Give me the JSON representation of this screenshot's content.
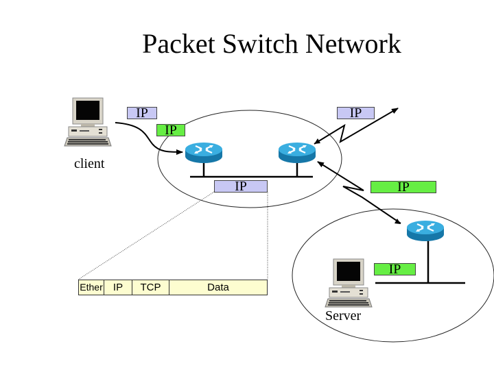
{
  "title": "Packet Switch Network",
  "labels": {
    "client": "client",
    "server": "Server"
  },
  "tags": [
    {
      "id": "ip-client-blue",
      "text": "IP",
      "color": "#c8c8f4"
    },
    {
      "id": "ip-client-green",
      "text": "IP",
      "color": "#66ee44"
    },
    {
      "id": "ip-top-right-blue",
      "text": "IP",
      "color": "#c8c8f4"
    },
    {
      "id": "ip-bus-blue",
      "text": "IP",
      "color": "#c8c8f4"
    },
    {
      "id": "ip-wan-green",
      "text": "IP",
      "color": "#66ee44"
    },
    {
      "id": "ip-server-green",
      "text": "IP",
      "color": "#66ee44"
    }
  ],
  "packet": {
    "segments": [
      "Ether",
      "IP",
      "TCP",
      "Data"
    ]
  },
  "colors": {
    "router": "#1a8fc8",
    "router_top": "#3aaee0",
    "packet_fill": "#fdfdd0",
    "ip_blue": "#c8c8f4",
    "ip_green": "#66ee44"
  }
}
